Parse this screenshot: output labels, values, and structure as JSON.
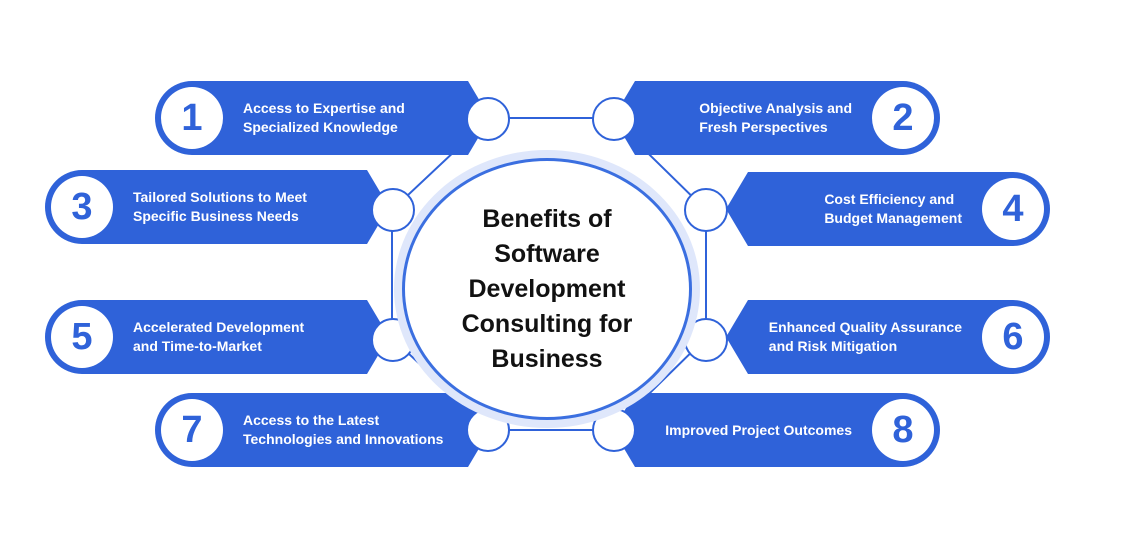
{
  "title": "Benefits of\nSoftware\nDevelopment\nConsulting for\nBusiness",
  "accent_color": "#2f62d9",
  "items": [
    {
      "number": "1",
      "label": "Access to Expertise and\nSpecialized Knowledge"
    },
    {
      "number": "2",
      "label": "Objective Analysis and\nFresh Perspectives"
    },
    {
      "number": "3",
      "label": "Tailored Solutions to Meet\nSpecific Business Needs"
    },
    {
      "number": "4",
      "label": "Cost Efficiency and\nBudget Management"
    },
    {
      "number": "5",
      "label": "Accelerated Development\nand Time-to-Market"
    },
    {
      "number": "6",
      "label": "Enhanced Quality Assurance\nand Risk Mitigation"
    },
    {
      "number": "7",
      "label": "Access to the Latest\nTechnologies and Innovations"
    },
    {
      "number": "8",
      "label": "Improved Project Outcomes"
    }
  ]
}
